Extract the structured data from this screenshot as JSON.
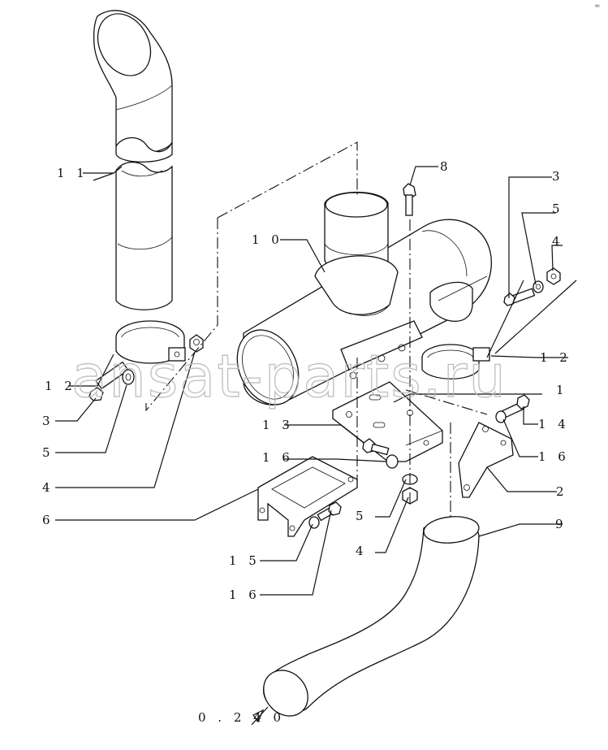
{
  "diagram": {
    "watermark": "ansat-parts.ru",
    "corner_mark": "≈",
    "reference": "0 . 2 4 0",
    "callouts": {
      "c11": "1 1",
      "c12l": "1 2",
      "c3l": "3",
      "c5l": "5",
      "c4l": "4",
      "c6": "6",
      "c10": "1 0",
      "c8": "8",
      "c3r": "3",
      "c5r": "5",
      "c4r": "4",
      "c12r": "1 2",
      "c1": "1",
      "c13": "1 3",
      "c14": "1 4",
      "c16a": "1 6",
      "c16r": "1 6",
      "c2": "2",
      "c5m": "5",
      "c4m": "4",
      "c9": "9",
      "c15": "1 5",
      "c16b": "1 6"
    }
  }
}
